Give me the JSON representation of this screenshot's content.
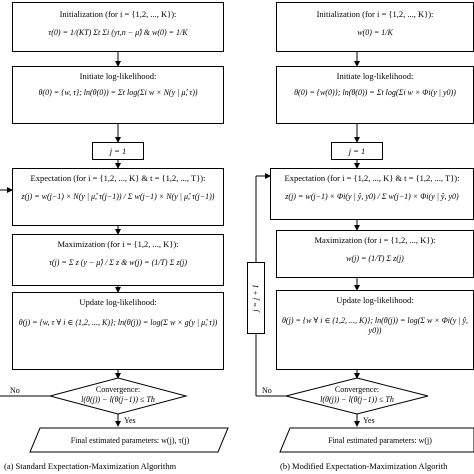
{
  "left": {
    "init_title": "Initialization (for i = {1,2, ..., K}):",
    "init_formula": "τ(0) = 1/(KT) Σt Σi (yt,n − μ̂) & w(0) = 1/K",
    "loglik_title": "Initiate log-likelihood:",
    "loglik_formula": "θ(0) = {w, τ};  ln(θ(0)) = Σt log(Σi w × N(y | μ̂, τ))",
    "j_init": "j = 1",
    "exp_title": "Expectation (for i = {1,2, ..., K} & t = {1,2, ..., T}):",
    "exp_formula": "z(j) = w(j−1) × N(y | μ̂, τ(j−1)) / Σ w(j−1) × N(y | μ̂, τ(j−1))",
    "max_title": "Maximization (for i = {1,2, ..., K}):",
    "max_formula": "τ(j) = Σ z (y − μ̂) / Σ z  &  w(j) = (1/T) Σ z(j)",
    "update_title": "Update log-likelihood:",
    "update_formula": "θ(j) = {w, τ ∀ i ∈ (1,2, ..., K)};  ln(θ(j)) = log(Σ w × g(y | μ̂, τ))",
    "conv_title": "Convergence:",
    "conv_formula": "l(θ(j)) − l(θ(j−1)) ≤ Th",
    "no": "No",
    "yes": "Yes",
    "final": "Final estimated parameters: w(j), τ(j)",
    "caption": "(a) Standard Expectation-Maximization Algorithm"
  },
  "right": {
    "init_title": "Initialization (for i = {1,2, ..., K}):",
    "init_formula": "w(0) = 1/K",
    "loglik_title": "Initiate log-likelihood:",
    "loglik_formula": "θ(0) = {w(0)};  ln(θ(0)) = Σt log(Σi w × Φi(y | y0))",
    "j_init": "j = 1",
    "exp_title": "Expectation (for i = {1,2, ..., K} & t = {1,2, ..., T}):",
    "exp_formula": "z(j) = w(j−1) × Φi(y | ŷ, y0) / Σ w(j−1) × Φi(y | ŷ, y0)",
    "max_title": "Maximization (for i = {1,2, ..., K}):",
    "max_formula": "w(j) = (1/T) Σ z(j)",
    "update_title": "Update log-likelihood:",
    "update_formula": "θ(j) = {w ∀ i ∈ (1,2, ..., K)};  ln(θ(j)) = log(Σ w × Φi(y | ŷ, y0))",
    "j_inc": "j = j + 1",
    "conv_title": "Convergence:",
    "conv_formula": "l(θ(j)) − l(θ(j−1)) ≤ Th",
    "no": "No",
    "yes": "Yes",
    "final": "Final estimated parameters: w(j)",
    "caption": "(b) Modified Expectation-Maximization Algorith"
  }
}
